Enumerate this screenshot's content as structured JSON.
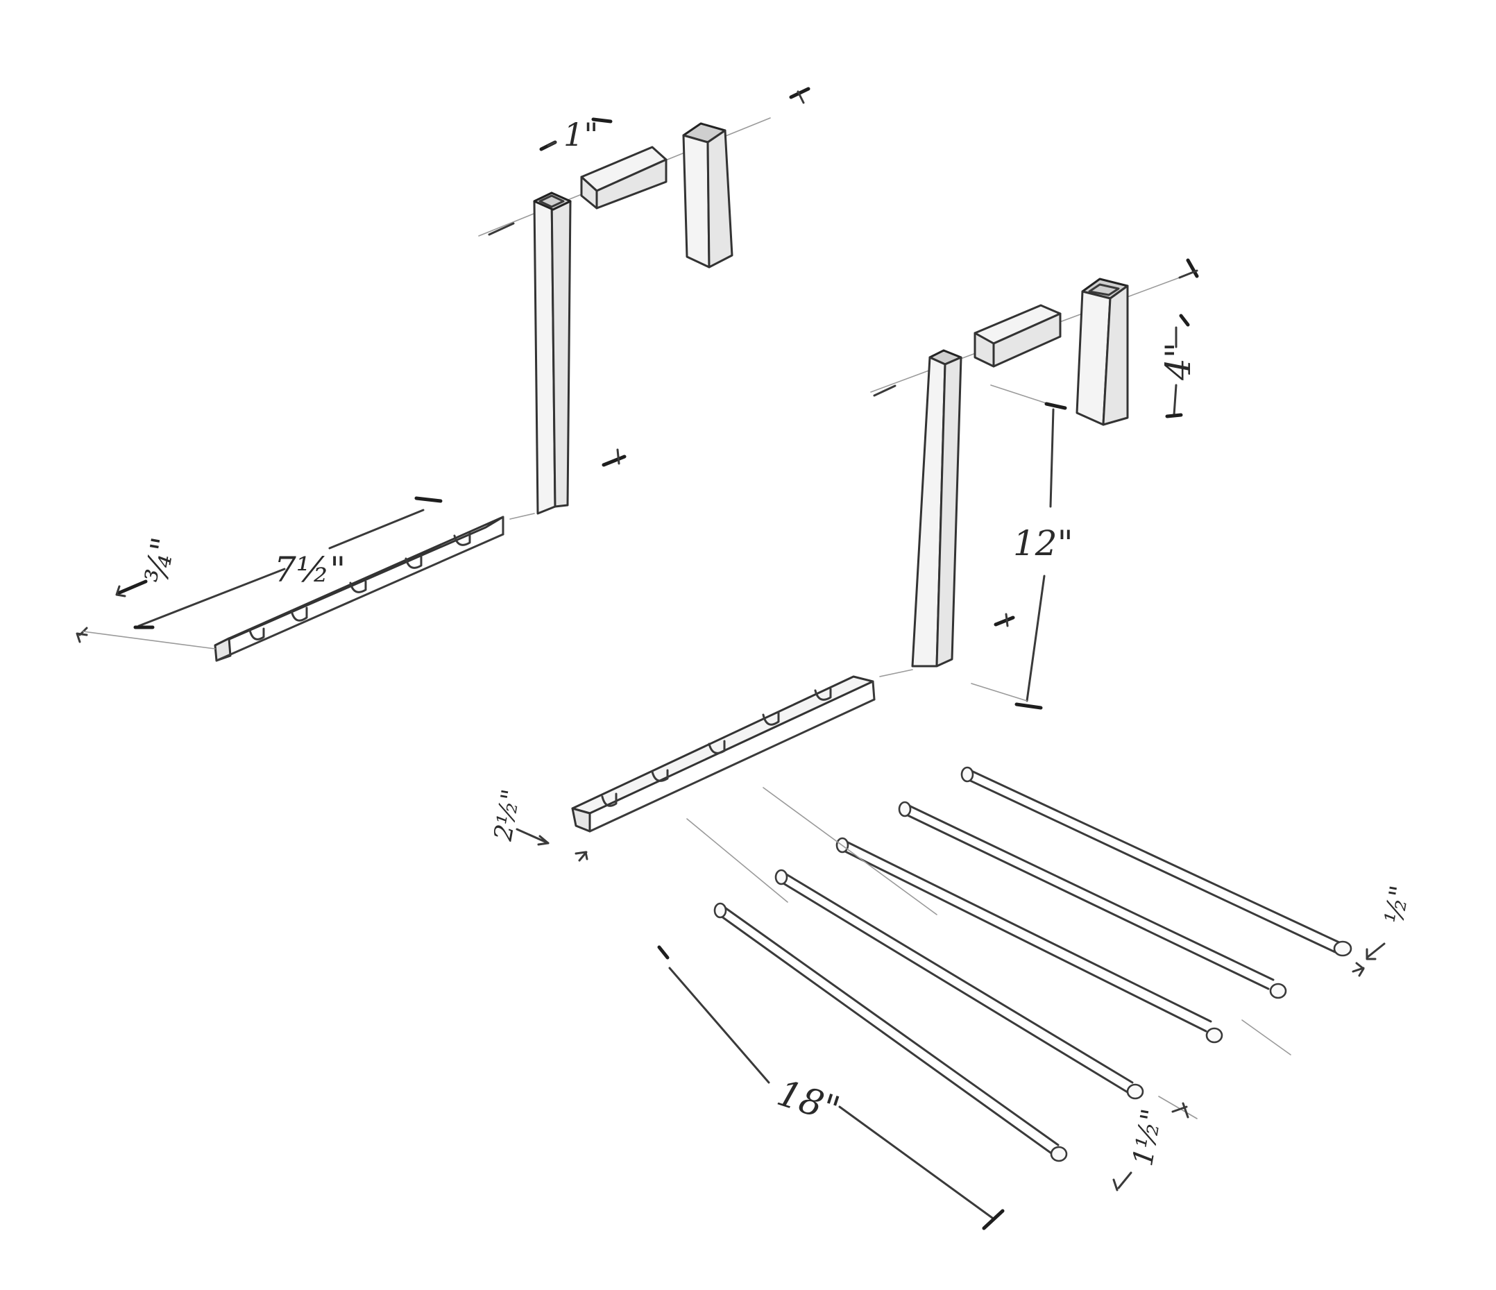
{
  "drawing": {
    "labels": {
      "tenon_length": "1\"",
      "post_height": "4\"",
      "leg_height": "12\"",
      "rail_length": "7½\"",
      "rail_depth": "¾\"",
      "rail_width": "2½\"",
      "dowel_length": "18\"",
      "dowel_spacing": "1½\"",
      "dowel_diameter": "½\""
    }
  },
  "colors": {
    "pencil": "#3a3a3a",
    "paper": "#ffffff"
  }
}
